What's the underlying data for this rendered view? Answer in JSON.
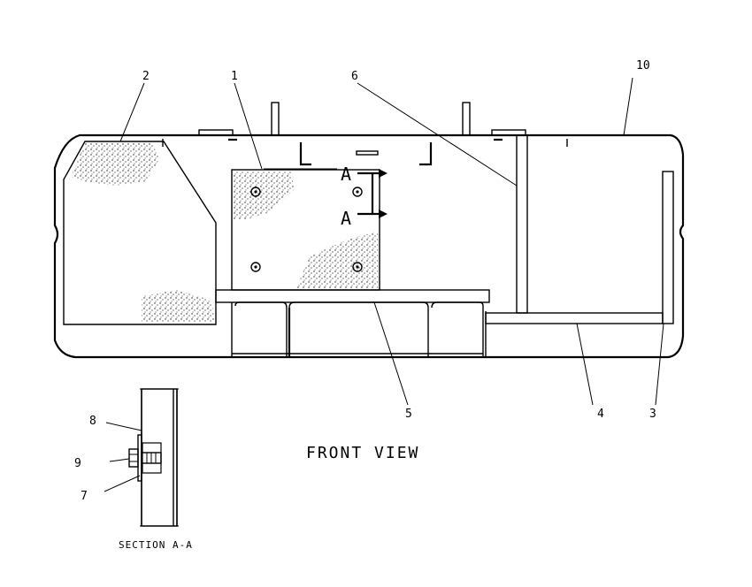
{
  "callouts": {
    "c1": "1",
    "c2": "2",
    "c3": "3",
    "c4": "4",
    "c5": "5",
    "c6": "6",
    "c7": "7",
    "c8": "8",
    "c9": "9",
    "c10": "10"
  },
  "section_marker_top": "A",
  "section_marker_bottom": "A",
  "view_title": "FRONT VIEW",
  "section_title": "SECTION A-A"
}
